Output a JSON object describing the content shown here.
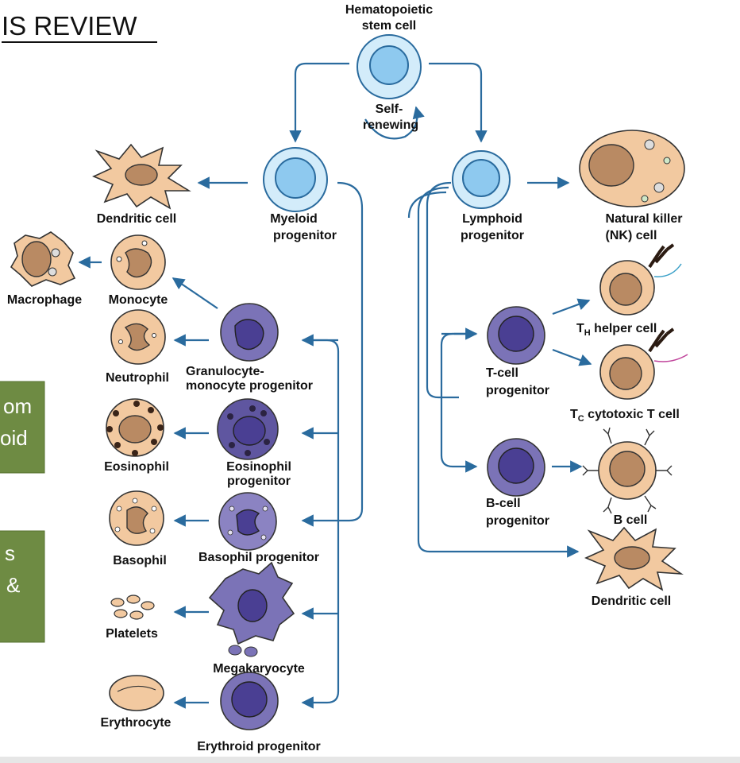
{
  "slide": {
    "title": "IS REVIEW",
    "box1_lines": [
      "om",
      "oid"
    ],
    "box2_lines": [
      "s",
      "&"
    ]
  },
  "colors": {
    "arrow": "#2a6b9e",
    "stem_fill": "#8ec9ef",
    "stem_outer": "#d3ecfa",
    "myeloid_cell": "#7b73b7",
    "myeloid_nucleus": "#4a3f93",
    "mature_cell": "#f2c9a0",
    "mature_nucleus": "#b98a63",
    "box": "#6e8b43",
    "tcell_receptor": "#2b1b12",
    "th_tail": "#3aa0c8",
    "tc_tail": "#c0449b"
  },
  "labels": {
    "hsc": [
      "Hematopoietic",
      "stem cell"
    ],
    "self_renewing": [
      "Self-",
      "renewing"
    ],
    "myeloid_progenitor": [
      "Myeloid",
      "progenitor"
    ],
    "lymphoid_progenitor": [
      "Lymphoid",
      "progenitor"
    ],
    "dendritic_left": "Dendritic cell",
    "macrophage": "Macrophage",
    "monocyte": "Monocyte",
    "neutrophil": "Neutrophil",
    "granulocyte_monocyte_progenitor": [
      "Granulocyte-",
      "monocyte progenitor"
    ],
    "eosinophil": "Eosinophil",
    "eosinophil_progenitor": [
      "Eosinophil",
      "progenitor"
    ],
    "basophil": "Basophil",
    "basophil_progenitor": "Basophil progenitor",
    "platelets": "Platelets",
    "megakaryocyte": "Megakaryocyte",
    "erythrocyte": "Erythrocyte",
    "erythroid_progenitor": "Erythroid progenitor",
    "nk_cell": [
      "Natural killer",
      "(NK) cell"
    ],
    "th_cell": [
      "T",
      "H",
      " helper cell"
    ],
    "tcell_progenitor": [
      "T-cell",
      "progenitor"
    ],
    "tc_cell": [
      "T",
      "C",
      " cytotoxic T cell"
    ],
    "bcell_progenitor": [
      "B-cell",
      "progenitor"
    ],
    "b_cell": "B cell",
    "dendritic_right": "Dendritic cell"
  }
}
